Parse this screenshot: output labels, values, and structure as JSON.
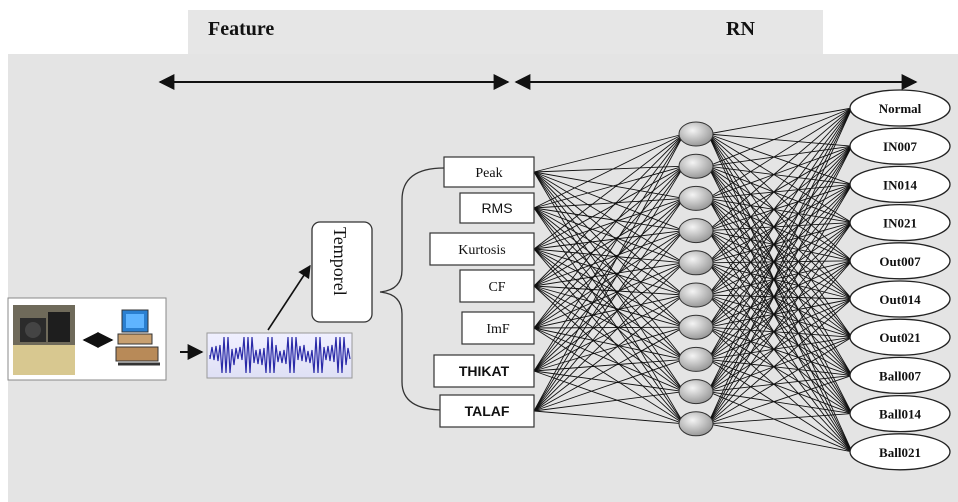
{
  "header": {
    "feature_label": "Feature",
    "rn_label": "RN"
  },
  "temporal_label": "Temporel",
  "features": [
    "Peak",
    "RMS",
    "Kurtosis",
    "CF",
    "ImF",
    "THIKAT",
    "TALAF"
  ],
  "outputs": [
    "Normal",
    "IN007",
    "IN014",
    "IN021",
    "Out007",
    "Out014",
    "Out021",
    "Ball007",
    "Ball014",
    "Ball021"
  ],
  "hidden_count": 10,
  "icons": {
    "machine": "test-rig-photo-icon",
    "computer": "computer-icon",
    "signal": "vibration-signal-icon"
  }
}
